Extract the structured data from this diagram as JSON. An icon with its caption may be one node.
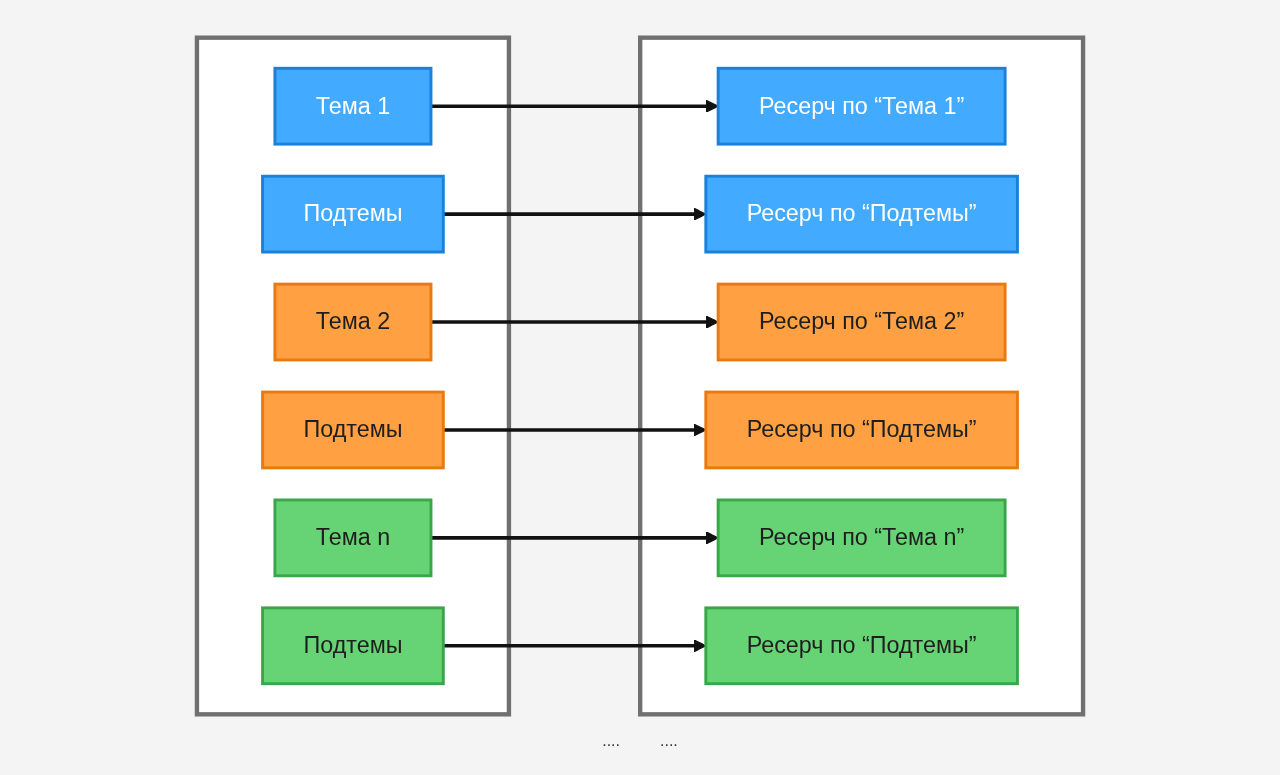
{
  "diagram": {
    "nodes": [
      {
        "text": [],
        "shape": "box"
      },
      {
        "text": [
          "Тема 1"
        ],
        "in": 0
      },
      {
        "text": [
          "Подтемы"
        ],
        "in": 0
      },
      {
        "text": [
          "Тема 2"
        ],
        "in": 0
      },
      {
        "text": [
          "Подтемы"
        ],
        "in": 0
      },
      {
        "text": [
          "Тема n"
        ],
        "in": 0
      },
      {
        "text": [
          "Подтемы"
        ],
        "in": 0
      },
      {
        "text": [],
        "shape": "box"
      },
      {
        "text": [
          "Ресерч по “Тема 1”"
        ],
        "in": 7
      },
      {
        "text": [
          "Ресерч по “Подтемы”"
        ],
        "in": 7
      },
      {
        "text": [
          "Ресерч по “Тема 2”"
        ],
        "in": 7
      },
      {
        "text": [
          "Ресерч по “Подтемы”"
        ],
        "in": 7
      },
      {
        "text": [
          "Ресерч по “Тема n”"
        ],
        "in": 7
      },
      {
        "text": [
          "Ресерч по “Подтемы”"
        ],
        "in": 7
      }
    ],
    "edges": [
      {
        "from": 1,
        "to": 8,
        "arrow": "to"
      },
      {
        "from": 2,
        "to": 9,
        "arrow": "to"
      },
      {
        "from": 3,
        "to": 10,
        "arrow": "to"
      },
      {
        "from": 4,
        "to": 11,
        "arrow": "to"
      },
      {
        "from": 5,
        "to": 12,
        "arrow": "to"
      },
      {
        "from": 6,
        "to": 13,
        "arrow": "to"
      }
    ],
    "labels": [
      "....",
      "...."
    ]
  }
}
